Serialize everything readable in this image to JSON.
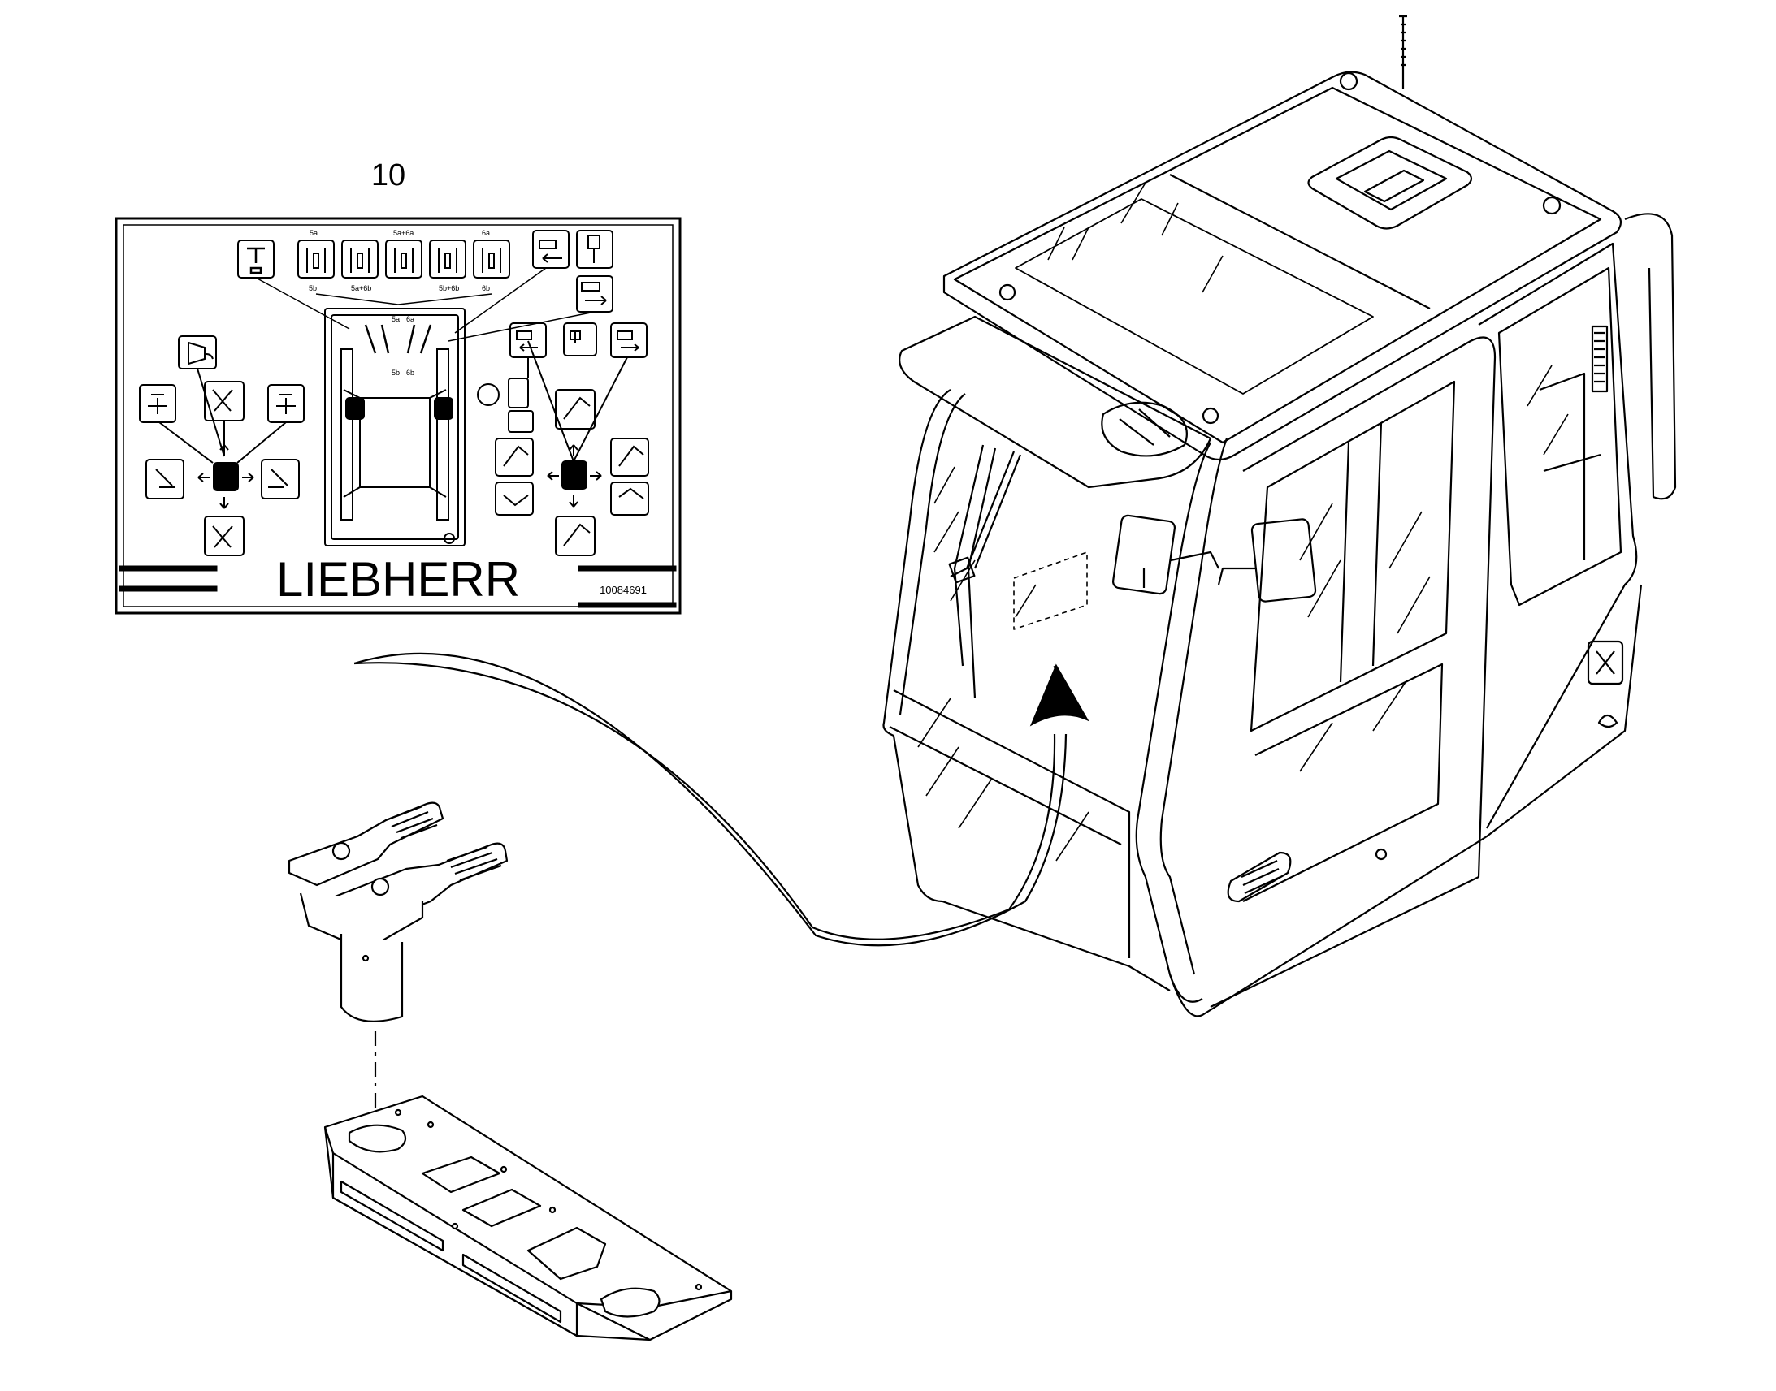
{
  "callout": {
    "number": "10"
  },
  "decal": {
    "brand": "LIEBHERR",
    "part_number": "10084691",
    "top_tiny_labels": [
      "5a",
      "5a+6a",
      "6a",
      "5b",
      "5a+6b",
      "5b+6b",
      "6b"
    ],
    "center_tiny_labels": [
      "5a",
      "6a",
      "5b",
      "6b"
    ]
  }
}
